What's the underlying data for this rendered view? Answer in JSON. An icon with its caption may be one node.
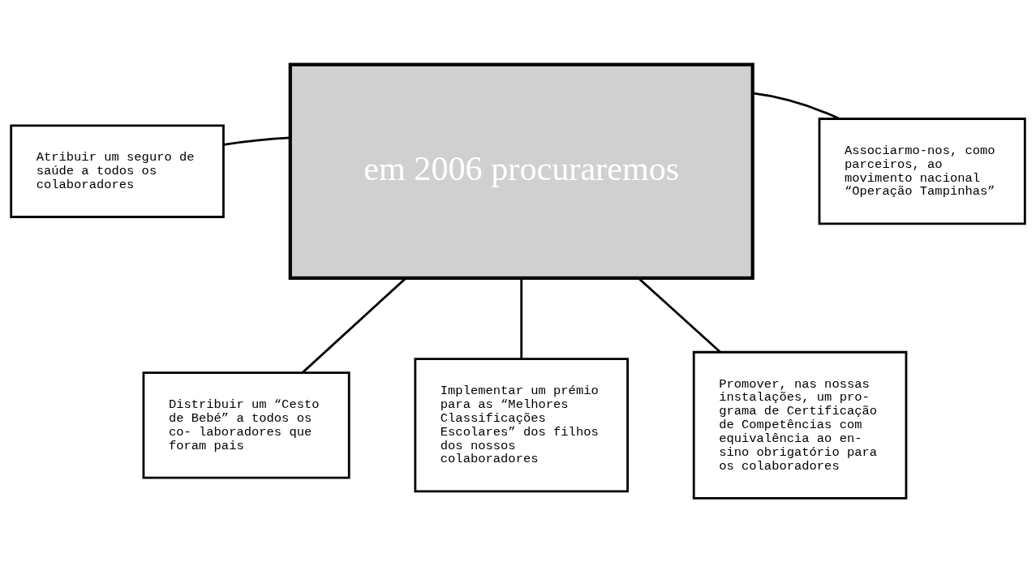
{
  "diagram": {
    "nodes": [
      {
        "text": [
          "em 2006 procuraremos"
        ]
      },
      {
        "text": [
          "Atribuir um seguro de saúde a todos os colaboradores"
        ]
      },
      {
        "text": [
          "Associarmo-nos, como parceiros, ao movimento nacional “Operação Tampinhas”"
        ]
      },
      {
        "text": [
          "Distribuir um “Cesto de Bebé” a todos os co- laboradores que foram pais"
        ]
      },
      {
        "text": [
          "Implementar um prémio para as “Melhores Classificações Escolares” dos filhos dos nossos colaboradores"
        ]
      },
      {
        "text": [
          "Promover, nas nossas instalações, um pro- grama de Certificação de Competências com equivalência ao en- sino obrigatório para os colaboradores"
        ]
      }
    ],
    "edges": [
      {
        "from": 0,
        "to": 1,
        "arrow": "none"
      },
      {
        "from": 0,
        "to": 2,
        "arrow": "none"
      },
      {
        "from": 0,
        "to": 3,
        "arrow": "none"
      },
      {
        "from": 0,
        "to": 4,
        "arrow": "none"
      },
      {
        "from": 0,
        "to": 5,
        "arrow": "none"
      }
    ]
  }
}
